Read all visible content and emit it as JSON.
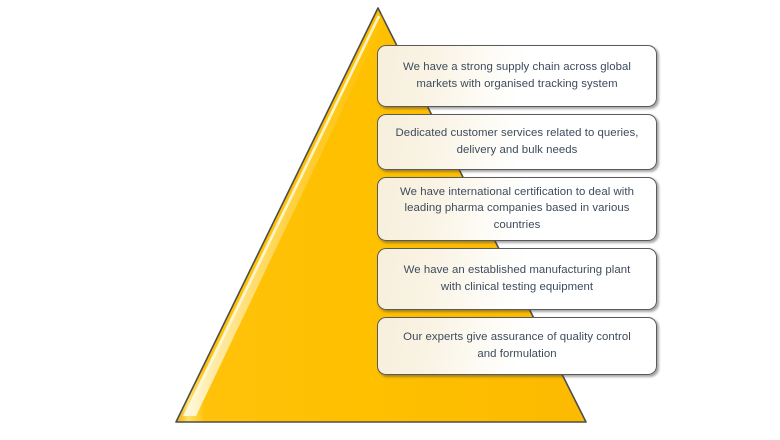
{
  "graphic": {
    "type": "pyramid-callout-diagram",
    "title": "",
    "pyramid": {
      "name": "triangle-pyramid",
      "fill_color": "#FFC000",
      "highlight_color": "#FFE680",
      "outline_color": "#595959",
      "apex": [
        378,
        8
      ],
      "base_left": [
        176,
        422
      ],
      "base_right": [
        586,
        422
      ]
    },
    "background_color": "#FFFFFF",
    "callout_style": {
      "border_color": "#5A5A5A",
      "fill_left_color": "#F7EFDC",
      "fill_right_color": "#FFFFFF",
      "text_color": "#3D4B5C"
    }
  },
  "callouts": [
    {
      "id": "supply-chain",
      "text": "We have a strong supply chain across global\nmarkets with organised tracking system"
    },
    {
      "id": "customer-services",
      "text": "Dedicated customer services related to queries,\ndelivery and bulk needs"
    },
    {
      "id": "international-certification",
      "text": "We have international certification to deal with\nleading pharma companies based in various\ncountries"
    },
    {
      "id": "manufacturing-plant",
      "text": "We have an established manufacturing plant\nwith clinical  testing equipment"
    },
    {
      "id": "quality-control",
      "text": "Our experts give assurance of quality control\nand formulation"
    }
  ]
}
